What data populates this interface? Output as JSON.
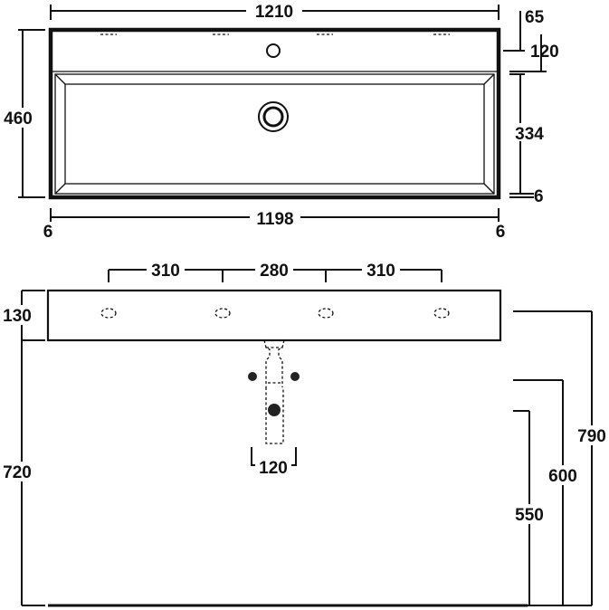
{
  "top_view": {
    "overall_width": "1210",
    "overall_depth": "460",
    "deck_depth": "120",
    "tap_offset": "65",
    "basin_depth": "334",
    "rim_bottom": "6",
    "inner_width": "1198",
    "rim_left": "6",
    "rim_right": "6"
  },
  "front_view": {
    "hole_spacing_left": "310",
    "hole_spacing_middle": "280",
    "hole_spacing_right": "310",
    "basin_height": "130",
    "mount_height": "720",
    "waste_width": "120",
    "dim_550": "550",
    "dim_600": "600",
    "dim_790": "790"
  }
}
